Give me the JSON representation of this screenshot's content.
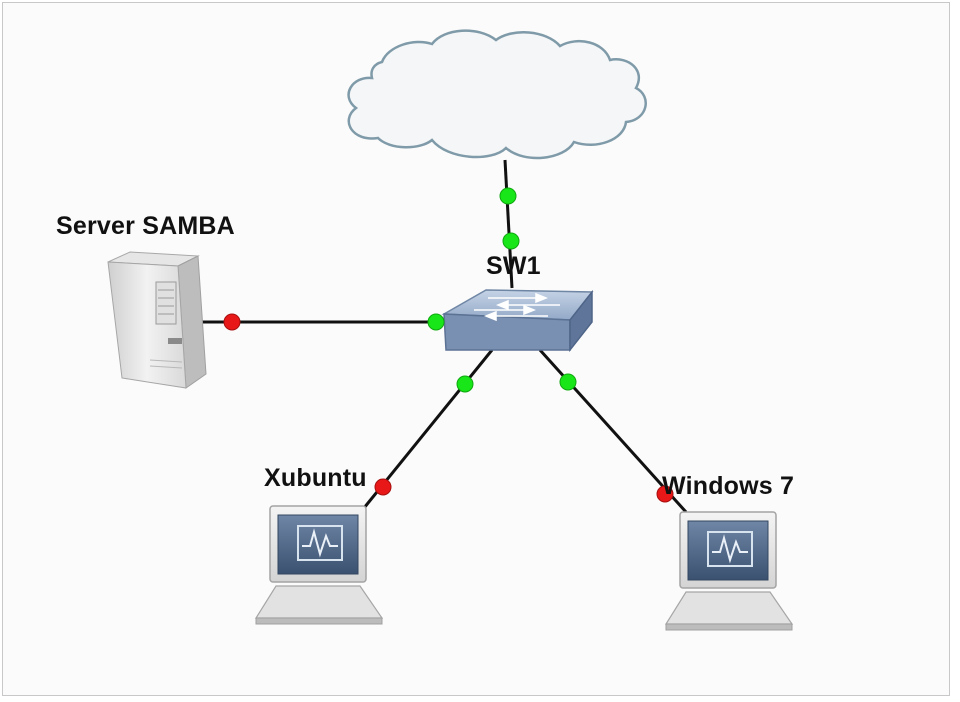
{
  "nodes": {
    "server": {
      "label": "Server SAMBA"
    },
    "switch": {
      "label": "SW1"
    },
    "xubuntu": {
      "label": "Xubuntu"
    },
    "windows": {
      "label": "Windows 7"
    }
  },
  "colors": {
    "link": "#111111",
    "port_up": "#19e619",
    "port_down": "#e81818",
    "cloud_fill": "#f4f6f8",
    "cloud_stroke": "#7f9aa8"
  }
}
